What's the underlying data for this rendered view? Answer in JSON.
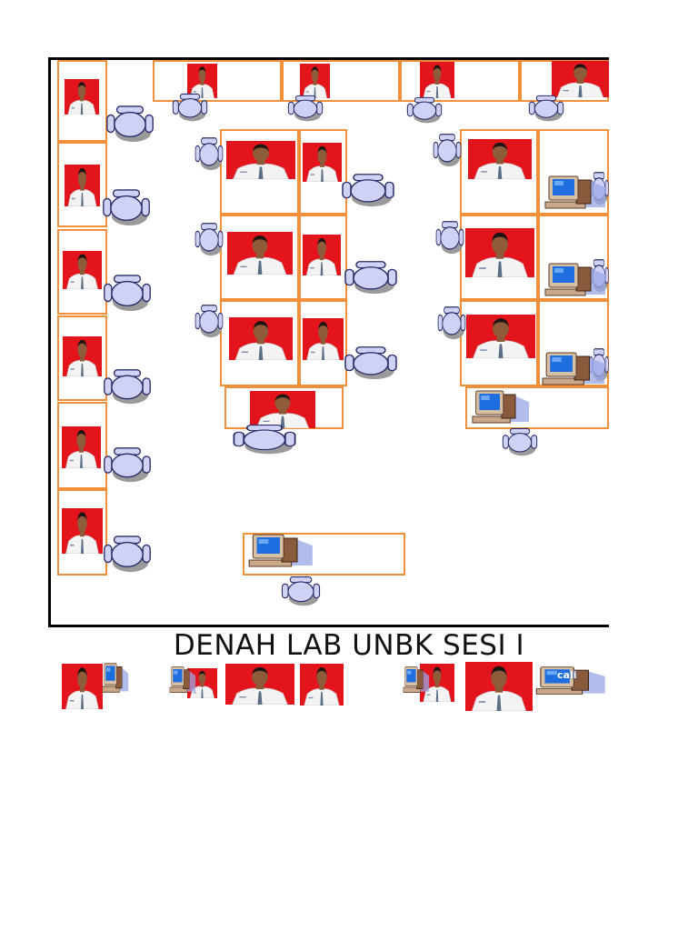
{
  "diagram": {
    "title": "DENAH LAB UNBK SESI I",
    "colors": {
      "desk_border": "#f0903a",
      "photo_background": "#e3141c",
      "chair_fill": "#d0d2f5",
      "chair_stroke": "#2a2d6a",
      "computer_case": "#8a5a3c",
      "computer_screen": "#1e6ee0",
      "wall": "#000000"
    },
    "icons": {
      "seat": "office-chair-icon",
      "computer": "computer-workstation-icon",
      "participant": "student-photo"
    },
    "stray_label": "cali"
  }
}
